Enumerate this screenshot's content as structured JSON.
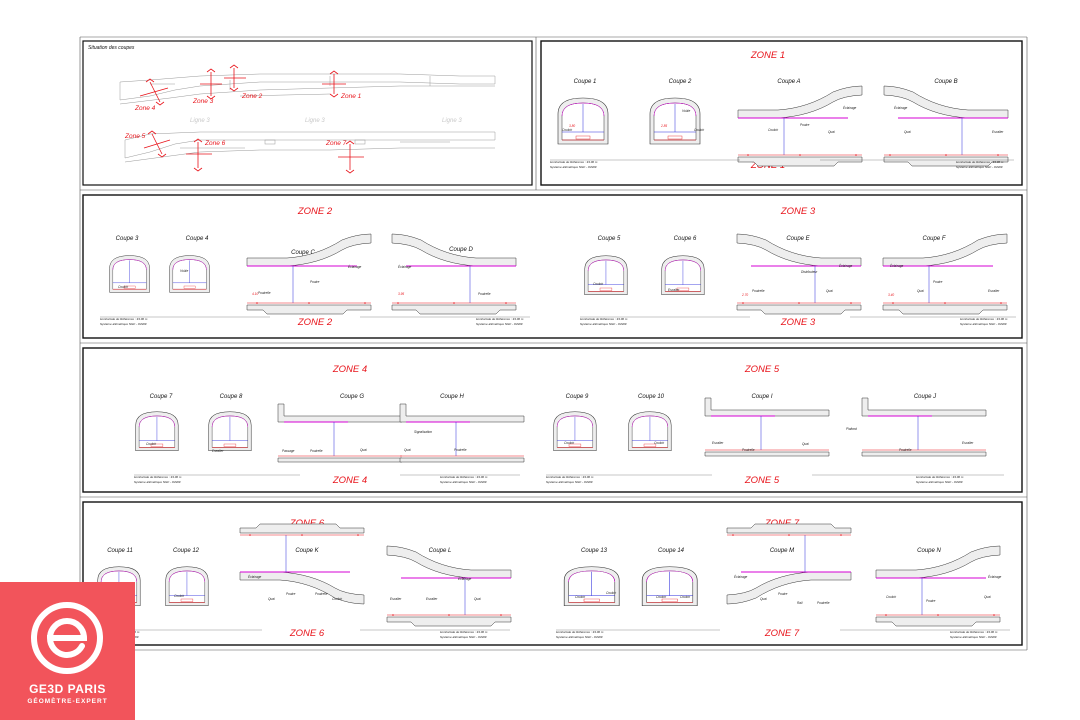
{
  "situation_title": "Situation des coupes",
  "zones": [
    "ZONE 1",
    "ZONE 2",
    "ZONE 3",
    "ZONE 4",
    "ZONE 5",
    "ZONE 6",
    "ZONE 7"
  ],
  "map_labels": {
    "zones": [
      "Zone 1",
      "Zone 2",
      "Zone 3",
      "Zone 4",
      "Zone 5",
      "Zone 6",
      "Zone 7"
    ],
    "lines": [
      "Ligne 3",
      "Ligne 3",
      "Ligne 3"
    ]
  },
  "coupes": [
    "Coupe 1",
    "Coupe 2",
    "Coupe A",
    "Coupe B",
    "Coupe 3",
    "Coupe 4",
    "Coupe C",
    "Coupe D",
    "Coupe 5",
    "Coupe 6",
    "Coupe E",
    "Coupe F",
    "Coupe 7",
    "Coupe 8",
    "Coupe G",
    "Coupe H",
    "Coupe 9",
    "Coupe 10",
    "Coupe I",
    "Coupe J",
    "Coupe 11",
    "Coupe 12",
    "Coupe K",
    "Coupe L",
    "Coupe 13",
    "Coupe 14",
    "Coupe M",
    "Coupe N"
  ],
  "notes": {
    "horizontale": "Horizontale de Référence : 33.00 m",
    "systeme": "Système altimétrique NGF - IGN69"
  },
  "small_labels": {
    "couloir": "Couloir",
    "quai": "Quai",
    "voute": "Voûte",
    "eclairage": "Éclairage",
    "poutre": "Poutre",
    "poutrelle": "Poutrelle",
    "escalier": "Escalier",
    "passage": "Passage",
    "rail": "Rail",
    "voie": "Voie",
    "signalisation": "Signalisation",
    "distributeur": "Distributeur",
    "plafond": "Plafond",
    "heights": [
      "3.80",
      "2.85",
      "4.10",
      "3.95",
      "2.70",
      "3.40"
    ]
  },
  "brand": {
    "name": "GE3D PARIS",
    "subtitle": "GÉOMÈTRE-EXPERT"
  },
  "colors": {
    "red": "#e8141b",
    "magenta": "#d400d4",
    "blue": "#2a2adc",
    "frame": "#111111",
    "logo_bg": "#f2545b"
  }
}
